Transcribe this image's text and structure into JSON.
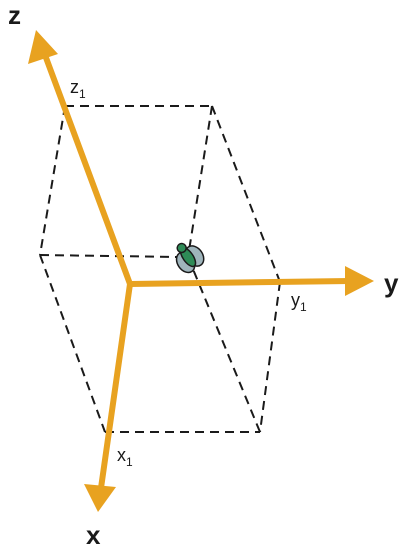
{
  "axes": {
    "x": "x",
    "y": "y",
    "z": "z"
  },
  "coords": {
    "x1": {
      "base": "x",
      "sub": "1"
    },
    "y1": {
      "base": "y",
      "sub": "1"
    },
    "z1": {
      "base": "z",
      "sub": "1"
    }
  },
  "colors": {
    "axis": "#E8A220",
    "dashes": "#1a1a1a",
    "fly_body": "#2E8B57",
    "fly_wing": "#9FB5BC"
  },
  "icons": {
    "fly": "fly-icon"
  }
}
